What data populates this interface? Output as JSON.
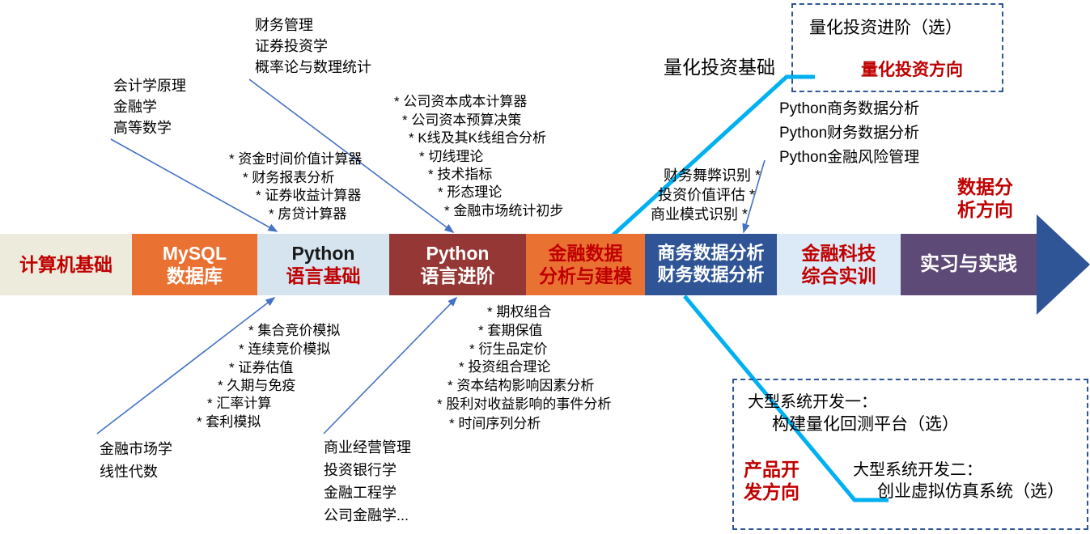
{
  "colors": {
    "accent_red": "#C00000",
    "orange": "#E97132",
    "maroon": "#943735",
    "dark_blue": "#2F5597",
    "light_blue": "#D6E4F0",
    "pale_blue": "#DCEAF7",
    "cream": "#ECEBDC",
    "purple": "#5E4A77",
    "cyan_path": "#00B0F0",
    "connector_blue": "#4472C4"
  },
  "flow": {
    "blocks": [
      {
        "lines": [
          "计算机基础"
        ]
      },
      {
        "lines": [
          "MySQL",
          "数据库"
        ]
      },
      {
        "lines": [
          "Python",
          "语言基础"
        ]
      },
      {
        "lines": [
          "Python",
          "语言进阶"
        ]
      },
      {
        "lines": [
          "金融数据",
          "分析与建模"
        ]
      },
      {
        "lines": [
          "商务数据分析",
          "财务数据分析"
        ]
      },
      {
        "lines": [
          "金融科技",
          "综合实训"
        ]
      },
      {
        "lines": [
          "实习与实践"
        ]
      }
    ]
  },
  "top_left": {
    "prereqs": [
      "会计学原理",
      "金融学",
      "高等数学"
    ],
    "items": [
      "* 资金时间价值计算器",
      "* 财务报表分析",
      "* 证券收益计算器",
      "* 房贷计算器"
    ]
  },
  "top_mid": {
    "prereqs": [
      "财务管理",
      "证券投资学",
      "概率论与数理统计"
    ],
    "items": [
      "* 公司资本成本计算器",
      "* 公司资本预算决策",
      "* K线及其K线组合分析",
      "* 切线理论",
      "* 技术指标",
      "* 形态理论",
      "* 金融市场统计初步"
    ]
  },
  "quant": {
    "path_label": "量化投资基础",
    "box": {
      "course": "量化投资进阶（选）",
      "direction": "量化投资方向"
    }
  },
  "data_analysis": {
    "courses": [
      "Python商务数据分析",
      "Python财务数据分析",
      "Python金融风险管理"
    ],
    "skills": [
      "财务舞弊识别 *",
      "投资价值评估 *",
      "商业模式识别 *"
    ],
    "direction": "数据分析方向"
  },
  "bottom_left": {
    "items": [
      "* 集合竞价模拟",
      "* 连续竞价模拟",
      "* 证券估值",
      "* 久期与免疫",
      "* 汇率计算",
      "* 套利模拟"
    ],
    "prereqs": [
      "金融市场学",
      "线性代数"
    ]
  },
  "bottom_mid": {
    "items": [
      "* 期权组合",
      "* 套期保值",
      "* 衍生品定价",
      "* 投资组合理论",
      "* 资本结构影响因素分析",
      "* 股利对收益影响的事件分析",
      "* 时间序列分析"
    ],
    "prereqs": [
      "商业经营管理",
      "投资银行学",
      "金融工程学",
      "公司金融学..."
    ]
  },
  "product_dev": {
    "box": {
      "dev1_title": "大型系统开发一：",
      "dev1_detail": "构建量化回测平台（选）",
      "direction": "产品开发方向",
      "dev2_title": "大型系统开发二：",
      "dev2_detail": "创业虚拟仿真系统（选）"
    }
  }
}
